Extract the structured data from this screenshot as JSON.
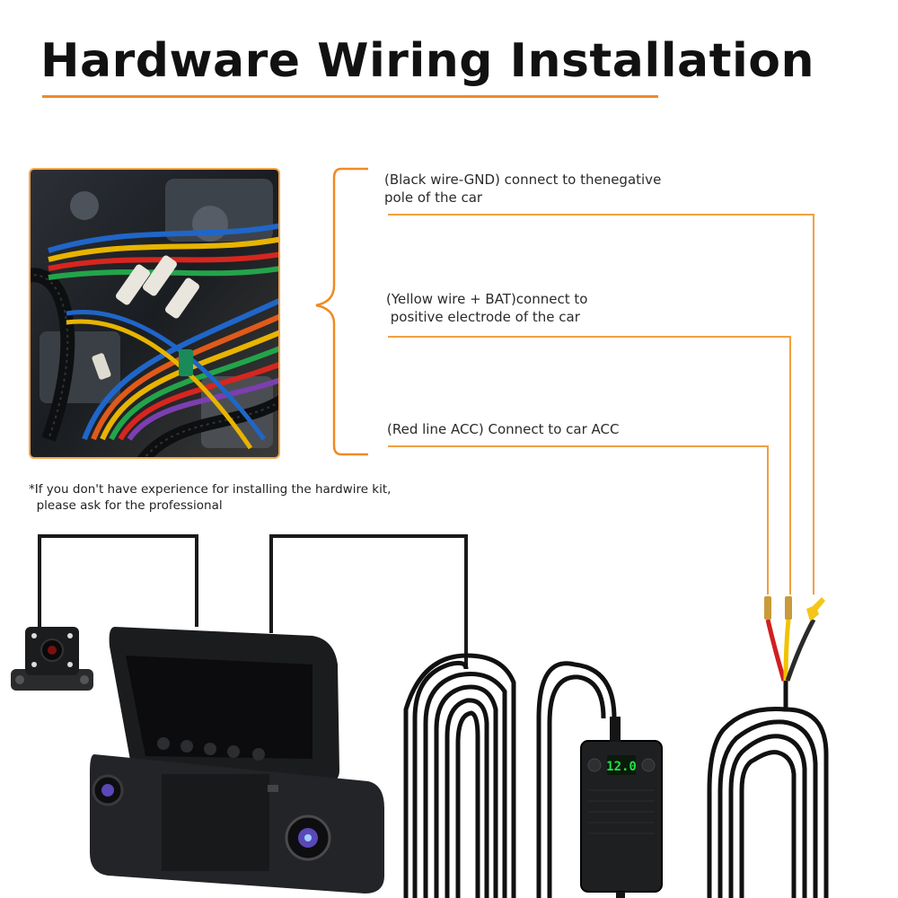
{
  "header": {
    "title": "Hardware Wiring Installation",
    "accent_color": "#f0892a"
  },
  "wires": [
    {
      "name": "black",
      "label_lines": [
        "(Black wire-GND) connect to thenegative",
        "pole of the car"
      ],
      "color": "#2a2a2a"
    },
    {
      "name": "yellow",
      "label_lines": [
        "(Yellow wire + BAT)connect to",
        " positive electrode of the car"
      ],
      "color": "#f2c200"
    },
    {
      "name": "red",
      "label_lines": [
        "(Red line ACC) Connect to car ACC"
      ],
      "color": "#d21f1f"
    }
  ],
  "note": {
    "line1": "*If you don't have experience for installing the hardwire kit,",
    "line2": "  please ask for the professional"
  },
  "hardwire_box": {
    "display_value": "12.0",
    "display_color": "#22e04a"
  },
  "icons": {
    "engine_photo": "engine-wiring-photo",
    "rear_camera": "rear-camera-icon",
    "dashcam": "dashcam-icon",
    "hardwire_box": "hardwire-kit-box-icon"
  }
}
